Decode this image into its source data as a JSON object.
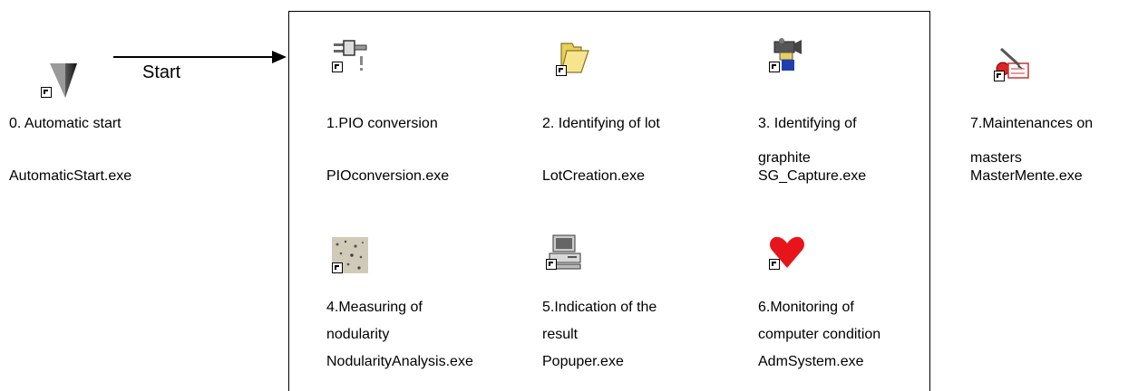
{
  "start_item": {
    "name": "0. Automatic start",
    "exe": "AutomaticStart.exe",
    "icon": "start-triangle-icon"
  },
  "arrow": {
    "label": "Start"
  },
  "programs": [
    {
      "name_lines": [
        "1.PIO conversion"
      ],
      "exe": "PIOconversion.exe",
      "icon": "plug-icon"
    },
    {
      "name_lines": [
        "2. Identifying of lot"
      ],
      "exe": "LotCreation.exe",
      "icon": "folder-icon"
    },
    {
      "name_lines": [
        "3. Identifying of",
        "graphite"
      ],
      "exe": "SG_Capture.exe",
      "icon": "video-camera-icon"
    },
    {
      "name_lines": [
        "4.Measuring of",
        "nodularity"
      ],
      "exe": "NodularityAnalysis.exe",
      "icon": "micrograph-icon"
    },
    {
      "name_lines": [
        "5.Indication of the",
        "result"
      ],
      "exe": "Popuper.exe",
      "icon": "computer-icon"
    },
    {
      "name_lines": [
        "6.Monitoring of",
        "computer condition"
      ],
      "exe": "AdmSystem.exe",
      "icon": "heart-icon"
    }
  ],
  "master_item": {
    "name_lines": [
      "7.Maintenances on",
      "masters"
    ],
    "exe": "MasterMente.exe",
    "icon": "pen-card-icon"
  },
  "colors": {
    "heart": "#e8141c",
    "folder": "#f3e08a",
    "triangle": "#555555"
  }
}
